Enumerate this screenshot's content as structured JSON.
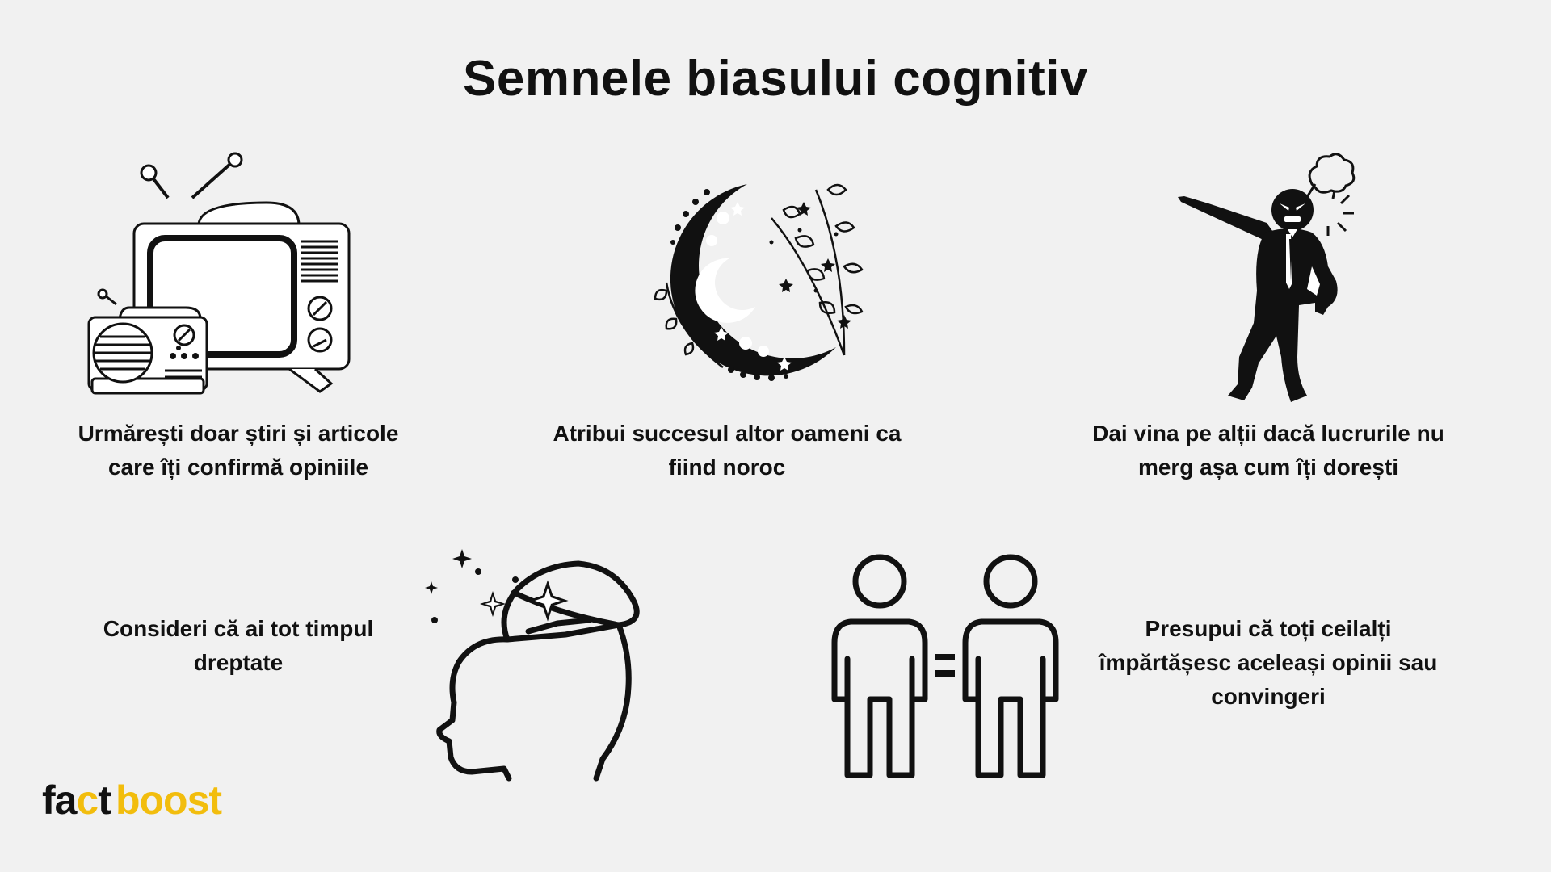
{
  "title": "Semnele biasului cognitiv",
  "items": [
    {
      "icon": "tv-radio-icon",
      "lines": [
        "Urmărești doar știri și articole",
        "care îți confirmă opiniile"
      ]
    },
    {
      "icon": "moon-icon",
      "lines": [
        "Atribui succesul altor oameni ca",
        "fiind noroc"
      ]
    },
    {
      "icon": "angry-man-icon",
      "lines": [
        "Dai vina pe alții dacă lucrurile nu",
        "merg așa cum îți dorești"
      ]
    },
    {
      "icon": "open-head-stars-icon",
      "lines": [
        "Consideri că ai tot timpul",
        "dreptate"
      ]
    },
    {
      "icon": "equal-people-icon",
      "lines": [
        "Presupui că toți ceilalți",
        "împărtășesc aceleași opinii sau",
        "convingeri"
      ]
    }
  ],
  "logo": {
    "part1": "fa",
    "part1b": "t",
    "part2": "boost",
    "accent": "#f2bd0d"
  }
}
